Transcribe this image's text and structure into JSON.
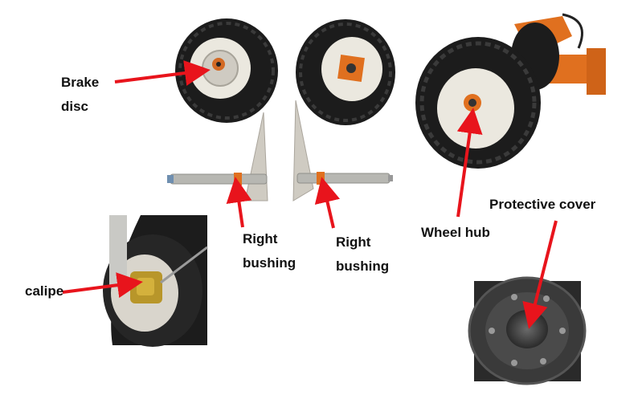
{
  "labels": {
    "brake_disc": [
      "Brake",
      "disc"
    ],
    "right_bushing_left": [
      "Right",
      "bushing"
    ],
    "right_bushing_right": [
      "Right",
      "bushing"
    ],
    "wheel_hub": "Wheel hub",
    "protective_cover": "Protective cover",
    "caliper": "calipe"
  },
  "colors": {
    "arrow": "#e8141c",
    "tire": "#1c1c1c",
    "rim": "#ebe8df",
    "orange": "#e0701f",
    "axle": "#b7b7b2"
  },
  "icons": [
    "red-arrow-icon"
  ]
}
